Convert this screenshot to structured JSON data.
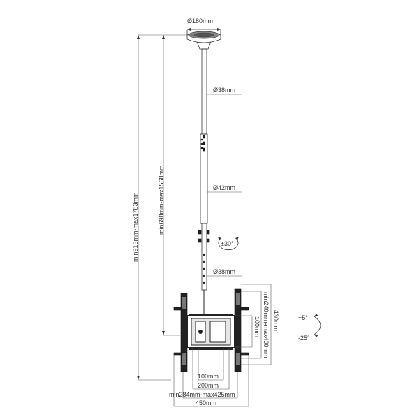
{
  "diagram": {
    "labels": {
      "plate_diameter": "Ø180mm",
      "pole_upper_diameter": "Ø38mm",
      "pole_middle_diameter": "Ø42mm",
      "pole_lower_diameter": "Ø38mm",
      "rotation": "±30°",
      "overall_height": "min913mm-max1783mm",
      "pole_height": "min698mm-max1568mm",
      "frame_height": "430mm",
      "vesa_vertical_range": "min240mm-max400mm",
      "vesa_vertical_100": "100mm",
      "vesa_horizontal_100": "100mm",
      "vesa_horizontal_200": "200mm",
      "vesa_horizontal_range": "min284mm-max425mm",
      "frame_width": "450mm",
      "tilt_up": "+5°",
      "tilt_down": "-25°"
    },
    "colors": {
      "line": "#333333",
      "metal": "#222222",
      "background": "#ffffff"
    }
  }
}
